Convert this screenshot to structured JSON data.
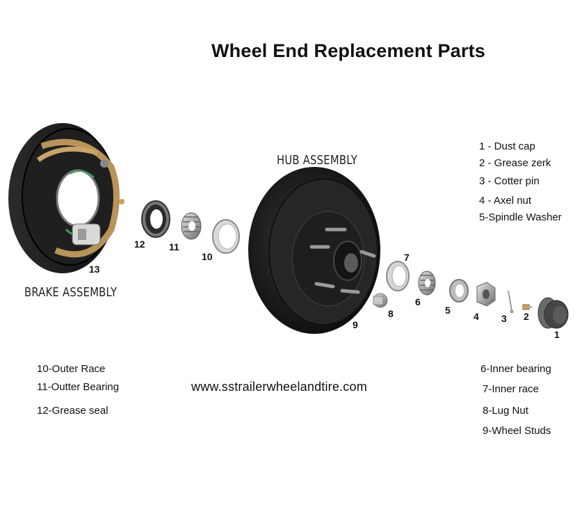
{
  "title": "Wheel End Replacement Parts",
  "website": "www.sstrailerwheelandtire.com",
  "assemblies": {
    "hub": "HUB ASSEMBLY",
    "brake": "BRAKE ASSEMBLY"
  },
  "legend_right_top": [
    "1 - Dust cap",
    "2 - Grease zerk",
    "3 - Cotter pin",
    "4 - Axel nut",
    "5-Spindle Washer"
  ],
  "legend_right_bottom": [
    "6-Inner bearing",
    "7-Inner race",
    "8-Lug Nut",
    "9-Wheel Studs"
  ],
  "legend_left_bottom": [
    "10-Outer Race",
    "11-Outter Bearing",
    "12-Grease seal"
  ],
  "callouts": [
    "1",
    "2",
    "3",
    "4",
    "5",
    "6",
    "7",
    "8",
    "9",
    "10",
    "11",
    "12",
    "13"
  ]
}
